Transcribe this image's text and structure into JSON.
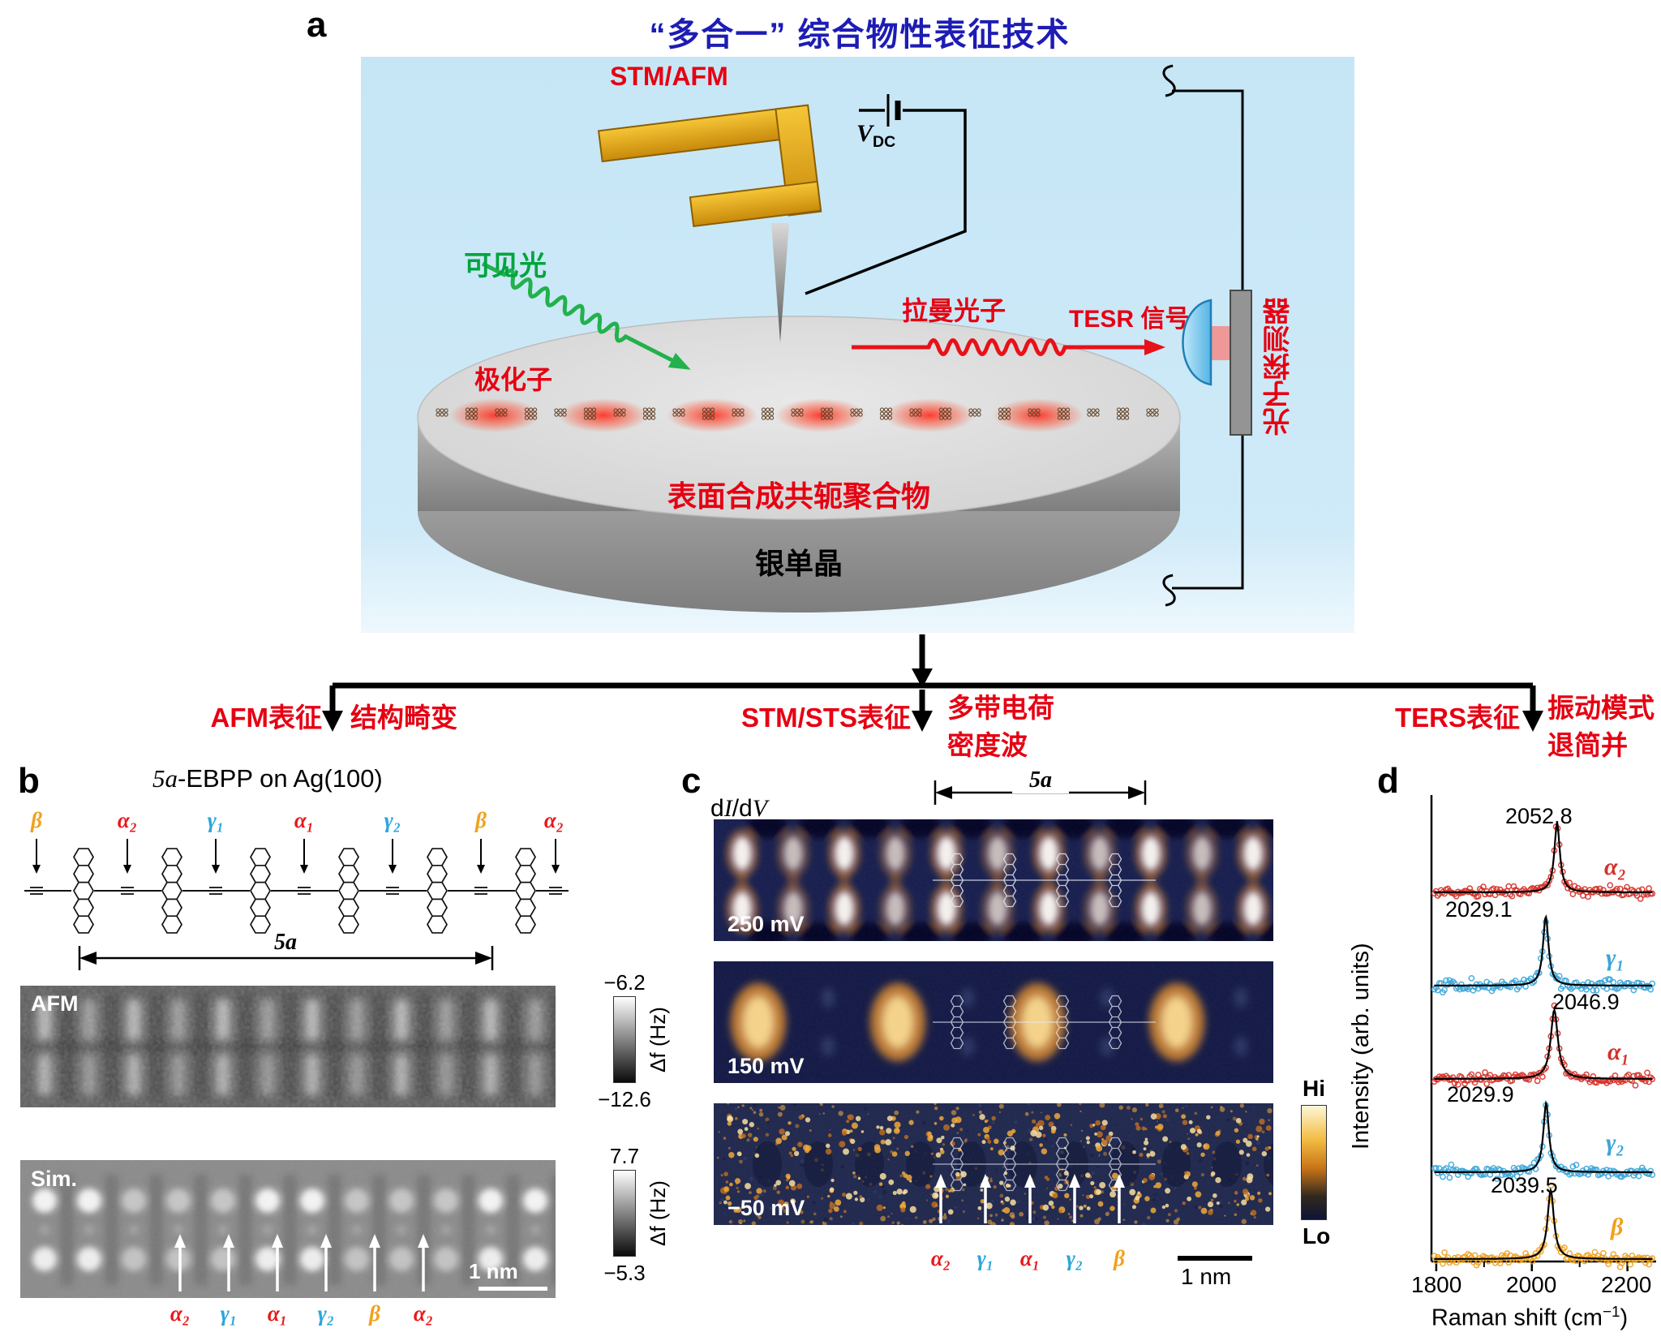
{
  "figure": {
    "title": "“多合一” 综合物性表征技术"
  },
  "panel_labels": {
    "a": "a",
    "b": "b",
    "c": "c",
    "d": "d"
  },
  "panel_a": {
    "stm_afm": "STM/AFM",
    "vdc_main": "V",
    "vdc_sub": "DC",
    "visible_light": "可见光",
    "polaron": "极化子",
    "raman_photon": "拉曼光子",
    "tesr_signal": "TESR 信号",
    "polymer_label": "表面合成共轭聚合物",
    "substrate_label": "银单晶",
    "detector_label": "光子探测器",
    "colors": {
      "red": "#e60012",
      "green": "#00a43e",
      "title_blue": "#1d1cb4"
    }
  },
  "branches": {
    "afm": {
      "technique": "AFM表征",
      "result_line1": "结构畸变",
      "result_line2": ""
    },
    "stm": {
      "technique": "STM/STS表征",
      "result_line1": "多带电荷",
      "result_line2": "密度波"
    },
    "ters": {
      "technique": "TERS表征",
      "result_line1": "振动模式",
      "result_line2": "退简并"
    }
  },
  "panel_b": {
    "title_italic": "5a",
    "title_rest": "-EBPP on Ag(100)",
    "bond_labels": [
      {
        "text": "β",
        "color": "#f0a11e"
      },
      {
        "text": "α₂",
        "color": "#e8191c"
      },
      {
        "text": "γ₁",
        "color": "#2ba6dc"
      },
      {
        "text": "α₁",
        "color": "#e8191c"
      },
      {
        "text": "γ₂",
        "color": "#2ba6dc"
      },
      {
        "text": "β",
        "color": "#f0a11e"
      },
      {
        "text": "α₂",
        "color": "#e8191c"
      }
    ],
    "span_label": "5a",
    "afm_label": "AFM",
    "afm_scale": {
      "top": "−6.2",
      "bottom": "−12.6",
      "unit": "Δf (Hz)"
    },
    "sim_label": "Sim.",
    "sim_scale": {
      "top": "7.7",
      "bottom": "−5.3",
      "unit": "Δf (Hz)"
    },
    "scalebar": "1 nm",
    "site_labels": [
      {
        "text": "α₂",
        "color": "#e8191c"
      },
      {
        "text": "γ₁",
        "color": "#2ba6dc"
      },
      {
        "text": "α₁",
        "color": "#e8191c"
      },
      {
        "text": "γ₂",
        "color": "#2ba6dc"
      },
      {
        "text": "β",
        "color": "#f0a11e"
      },
      {
        "text": "α₂",
        "color": "#e8191c"
      }
    ]
  },
  "panel_c": {
    "didv": {
      "d1": "d",
      "i": "I",
      "d2": "/d",
      "v": "V"
    },
    "span_label": "5a",
    "maps": [
      {
        "bias": "250 mV"
      },
      {
        "bias": "150 mV"
      },
      {
        "bias": "−50 mV"
      }
    ],
    "colorbar": {
      "hi": "Hi",
      "lo": "Lo"
    },
    "scalebar": "1 nm",
    "site_labels": [
      {
        "text": "α₂",
        "color": "#e8191c"
      },
      {
        "text": "γ₁",
        "color": "#2ba6dc"
      },
      {
        "text": "α₁",
        "color": "#e8191c"
      },
      {
        "text": "γ₂",
        "color": "#2ba6dc"
      },
      {
        "text": "β",
        "color": "#f0a11e"
      }
    ]
  },
  "chart_data": {
    "type": "line",
    "xlabel": "Raman shift (cm−1)",
    "xlabel_pre": "Raman shift (cm",
    "xlabel_sup": "−1",
    "xlabel_post": ")",
    "ylabel": "Intensity (arb. units)",
    "xlim": [
      1790,
      2260
    ],
    "xticks": [
      "1800",
      "2000",
      "2200"
    ],
    "grid": false,
    "legend_position": "labels-right-of-each-curve",
    "series": [
      {
        "name": "α₂",
        "color": "#d43028",
        "peak_center": 2052.8,
        "peak_label": "2052.8",
        "hwhm": 7
      },
      {
        "name": "γ₁",
        "color": "#3aa5d8",
        "peak_center": 2029.1,
        "peak_label": "2029.1",
        "hwhm": 7
      },
      {
        "name": "α₁",
        "color": "#d43028",
        "peak_center": 2046.9,
        "peak_label": "2046.9",
        "hwhm": 9
      },
      {
        "name": "γ₂",
        "color": "#3aa5d8",
        "peak_center": 2029.9,
        "peak_label": "2029.9",
        "hwhm": 7
      },
      {
        "name": "β",
        "color": "#f0a11e",
        "peak_center": 2039.5,
        "peak_label": "2039.5",
        "hwhm": 8
      }
    ]
  }
}
